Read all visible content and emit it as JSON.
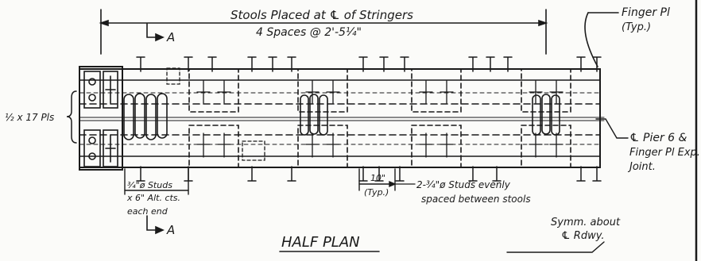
{
  "labels": {
    "stools_placed": "Stools Placed  at ℄ of Stringers",
    "spaces": "4 Spaces @ 2'-5¼\"",
    "section_a_top": "A",
    "section_a_bottom": "A",
    "finger_pl": "Finger Pl",
    "finger_pl_typ": "(Typ.)",
    "pl_size": "½ x 17 Pls",
    "pier_line1": "℄ Pier 6 &",
    "pier_line2": "Finger Pl Exp.",
    "pier_line3": "Joint.",
    "studs_line1": "¾\"ø Studs",
    "studs_line2": "x 6\" Alt. cts.",
    "studs_line3": "each end",
    "dim_10": "10\"",
    "dim_10_typ": "(Typ.)",
    "studs_even_line1": "2-¾\"ø Studs evenly",
    "studs_even_line2": "spaced between stools",
    "symm_line1": "Symm. about",
    "symm_line2": "℄ Rdwy.",
    "title": "HALF  PLAN"
  },
  "colors": {
    "ink": "#1a1a1a",
    "paper": "#fbfbf9"
  }
}
